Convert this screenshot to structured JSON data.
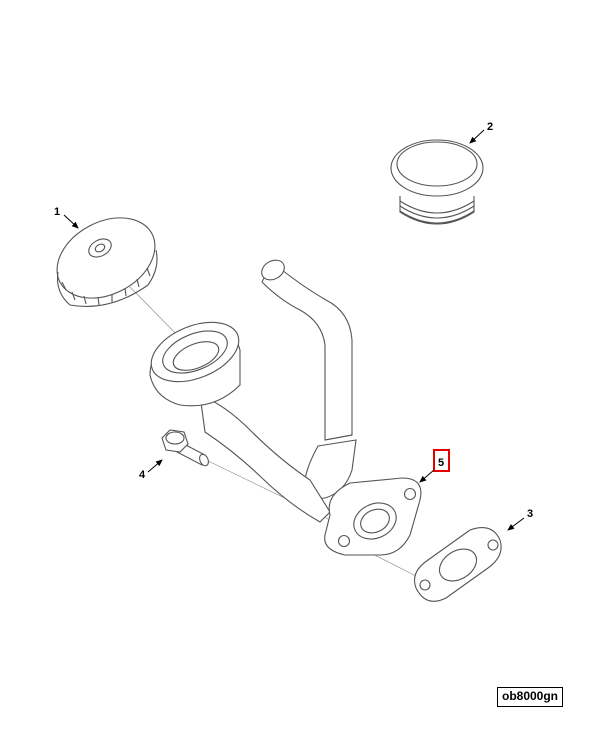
{
  "callouts": {
    "part1": "1",
    "part2": "2",
    "part3": "3",
    "part4": "4",
    "part5": "5"
  },
  "highlight_color": "#e60000",
  "reference_code": "ob8000gn"
}
